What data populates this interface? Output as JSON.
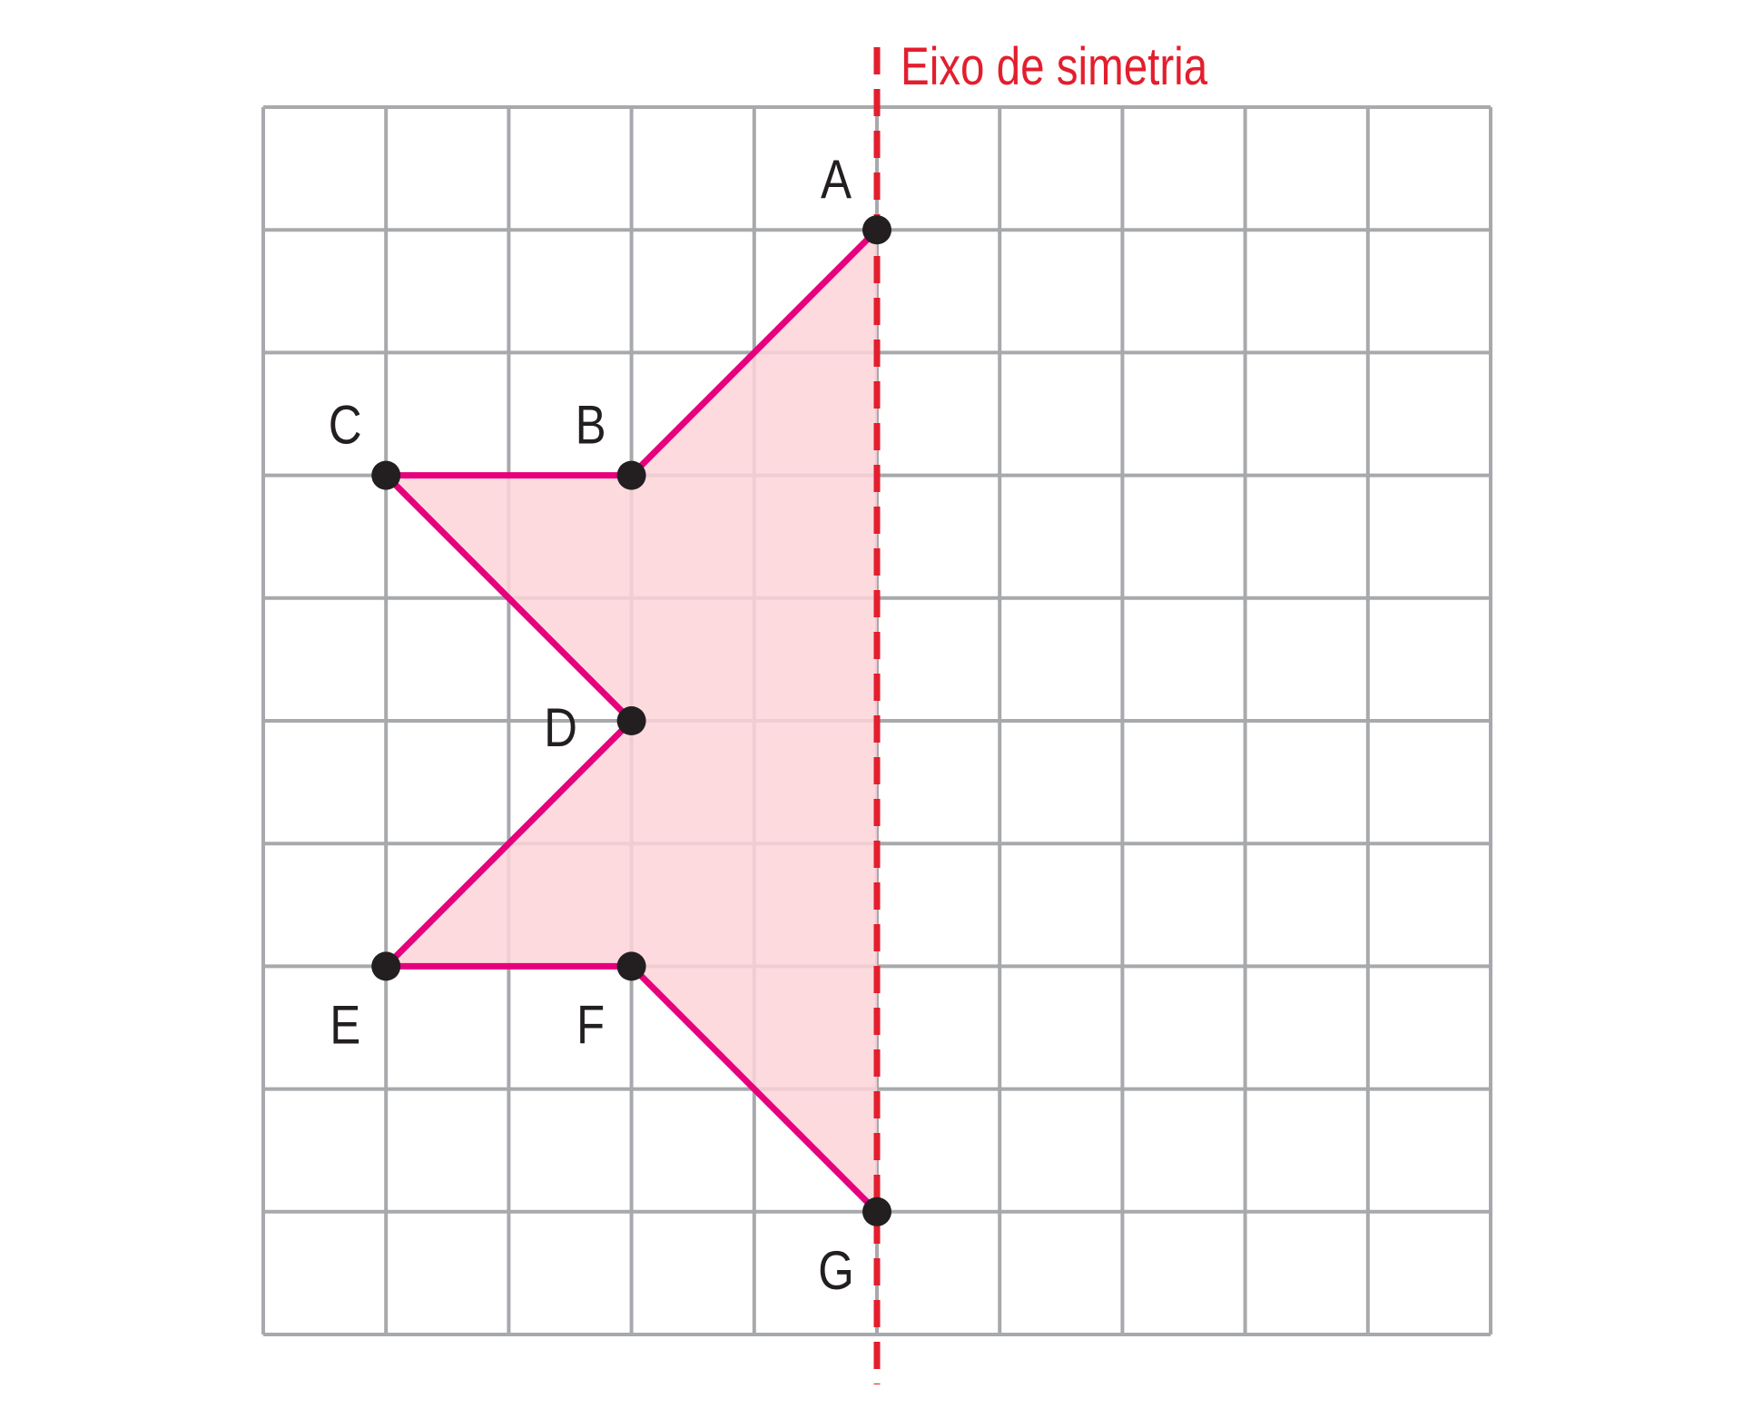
{
  "axis_label": "Eixo de simetria",
  "grid": {
    "columns": 10,
    "rows": 10
  },
  "axis": {
    "column": 5
  },
  "colors": {
    "grid": "#a7a9ac",
    "axis": "#e31e2d",
    "outline": "#e6007e",
    "fill": "#fcd3d8",
    "point": "#231f20",
    "text": "#231f20"
  },
  "points": [
    {
      "label": "A",
      "col": 5,
      "row": 1,
      "label_pos": "top-left"
    },
    {
      "label": "B",
      "col": 3,
      "row": 3,
      "label_pos": "top-left"
    },
    {
      "label": "C",
      "col": 1,
      "row": 3,
      "label_pos": "top-left"
    },
    {
      "label": "D",
      "col": 3,
      "row": 5,
      "label_pos": "left"
    },
    {
      "label": "E",
      "col": 1,
      "row": 7,
      "label_pos": "bottom-left"
    },
    {
      "label": "F",
      "col": 3,
      "row": 7,
      "label_pos": "bottom-left"
    },
    {
      "label": "G",
      "col": 5,
      "row": 9,
      "label_pos": "bottom-left"
    }
  ],
  "polygon_order": [
    "A",
    "B",
    "C",
    "D",
    "E",
    "F",
    "G"
  ]
}
